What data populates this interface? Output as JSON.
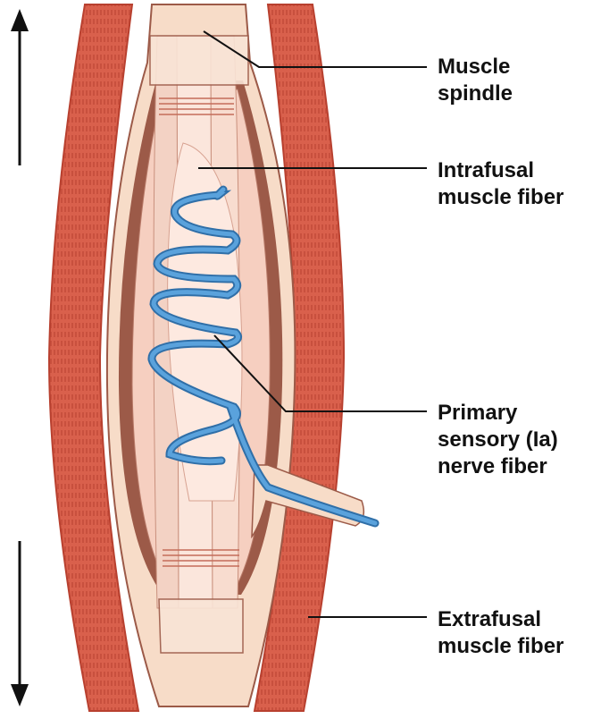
{
  "labels": {
    "muscle_spindle": [
      "Muscle",
      "spindle"
    ],
    "intrafusal": [
      "Intrafusal",
      "muscle fiber"
    ],
    "primary_sensory": [
      "Primary",
      "sensory (Ia)",
      "nerve fiber"
    ],
    "extrafusal": [
      "Extrafusal",
      "muscle fiber"
    ]
  },
  "colors": {
    "extrafusal_fill": "#d9604c",
    "extrafusal_dark": "#b8402f",
    "capsule_outer": "#f7dcc8",
    "capsule_dark": "#9c5a48",
    "intrafusal_fill": "#f6cfc0",
    "intrafusal_light": "#fbe6dc",
    "nerve_fiber": "#5aa2dc",
    "nerve_fiber_dark": "#2f6fa8",
    "leader": "#111111",
    "arrow": "#111111"
  },
  "icons": {
    "stretch_arrow_up": "arrow-up-icon",
    "stretch_arrow_down": "arrow-down-icon"
  }
}
